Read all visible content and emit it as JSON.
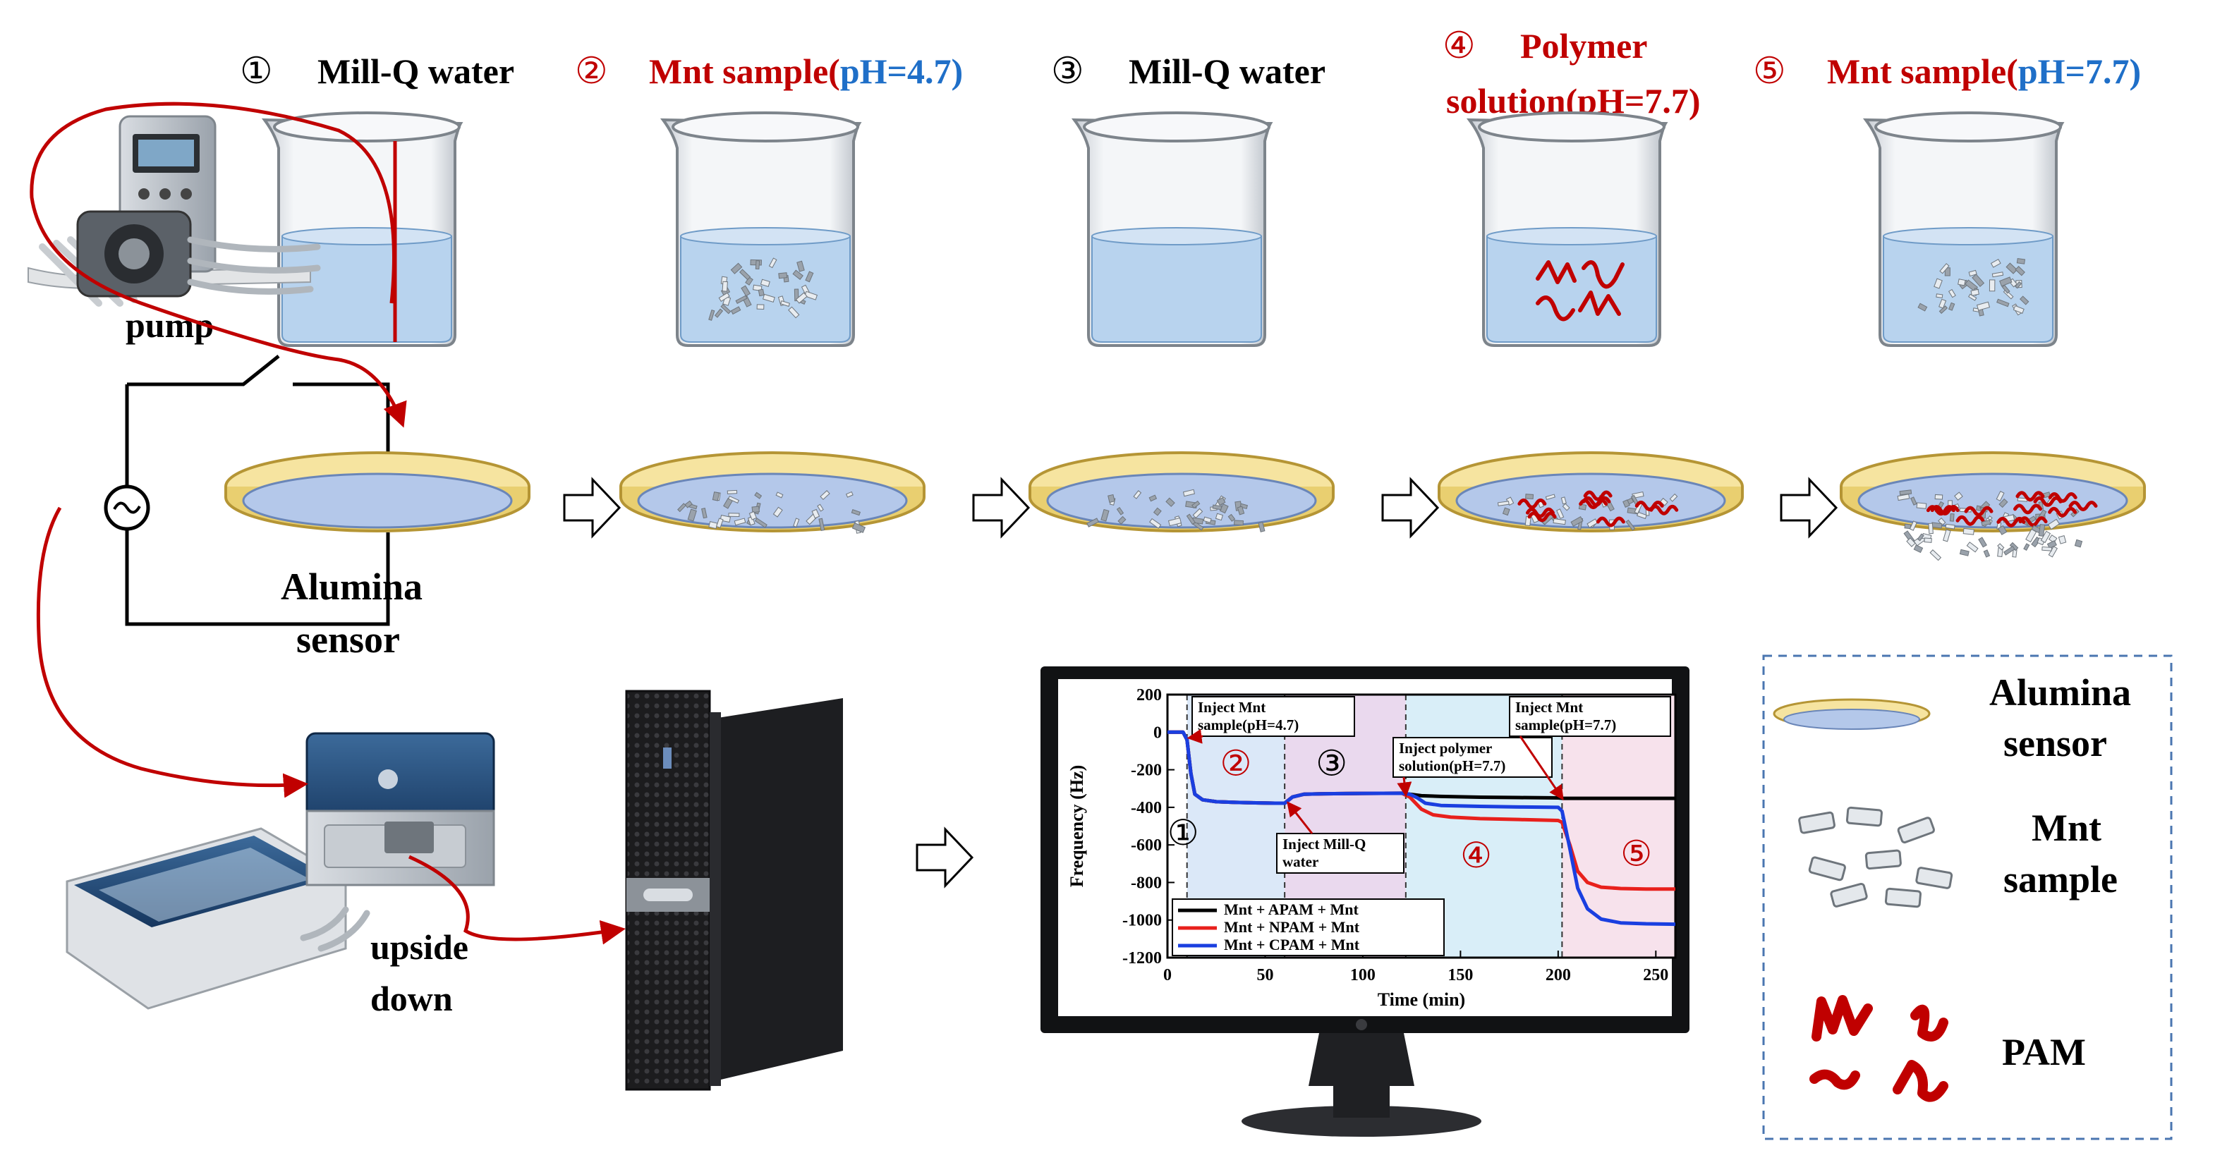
{
  "steps": [
    {
      "number": "①",
      "parts": [
        {
          "text": "Mill-Q water",
          "color": "#000000"
        }
      ]
    },
    {
      "number": "②",
      "parts": [
        {
          "text": "Mnt sample(",
          "color": "#c00000"
        },
        {
          "text": "pH=4.7)",
          "color": "#1f6fc8"
        }
      ]
    },
    {
      "number": "③",
      "parts": [
        {
          "text": "Mill-Q water",
          "color": "#000000"
        }
      ]
    },
    {
      "number": "④",
      "line1": "Polymer",
      "line2": "solution(pH=7.7)",
      "color": "#c00000"
    },
    {
      "number": "⑤",
      "parts": [
        {
          "text": "Mnt sample(",
          "color": "#c00000"
        },
        {
          "text": "pH=7.7)",
          "color": "#1f6fc8"
        }
      ]
    }
  ],
  "labels": {
    "pump": "pump",
    "alumina_line1": "Alumina",
    "alumina_line2": "sensor",
    "upside_line1": "upside",
    "upside_line2": "down"
  },
  "legend_box": {
    "alumina_line1": "Alumina",
    "alumina_line2": "sensor",
    "mnt_line1": "Mnt",
    "mnt_line2": "sample",
    "pam": "PAM"
  },
  "colors": {
    "red": "#c00000",
    "blue": "#1f6fc8",
    "water": "#b8d3ee",
    "sensor_rim": "#f6e4a0",
    "sensor_face": "#b4c8ea"
  },
  "chart_data": {
    "type": "line",
    "xlabel": "Time (min)",
    "ylabel": "Frequency (Hz)",
    "xlim": [
      0,
      260
    ],
    "ylim": [
      -1200,
      200
    ],
    "xticks": [
      0,
      50,
      100,
      150,
      200,
      250
    ],
    "yticks": [
      200,
      0,
      -200,
      -400,
      -600,
      -800,
      -1000,
      -1200
    ],
    "phase_lines": [
      10,
      60,
      122,
      202
    ],
    "annotations": [
      {
        "line1": "Inject Mnt",
        "line2": "sample(pH=4.7)"
      },
      {
        "line1": "Inject Mill-Q",
        "line2": "water"
      },
      {
        "line1": "Inject polymer",
        "line2": "solution(pH=7.7)"
      },
      {
        "line1": "Inject Mnt",
        "line2": "sample(pH=7.7)"
      }
    ],
    "phase_marks": [
      "①",
      "②",
      "③",
      "④",
      "⑤"
    ],
    "series": [
      {
        "name": "Mnt + APAM + Mnt",
        "color": "#000000",
        "x": [
          0,
          8,
          10,
          12,
          14,
          18,
          25,
          35,
          45,
          55,
          60,
          64,
          70,
          80,
          100,
          120,
          124,
          130,
          140,
          160,
          180,
          200,
          202,
          210,
          230,
          260
        ],
        "y": [
          0,
          0,
          -40,
          -220,
          -330,
          -360,
          -370,
          -374,
          -376,
          -378,
          -378,
          -345,
          -330,
          -328,
          -326,
          -325,
          -330,
          -338,
          -342,
          -346,
          -348,
          -350,
          -352,
          -352,
          -352,
          -352
        ]
      },
      {
        "name": "Mnt + NPAM + Mnt",
        "color": "#e8201c",
        "x": [
          0,
          8,
          10,
          12,
          14,
          18,
          25,
          35,
          45,
          55,
          60,
          64,
          70,
          80,
          100,
          120,
          124,
          130,
          136,
          145,
          160,
          180,
          200,
          202,
          206,
          210,
          215,
          222,
          232,
          245,
          260
        ],
        "y": [
          0,
          0,
          -40,
          -220,
          -330,
          -360,
          -370,
          -374,
          -376,
          -378,
          -378,
          -345,
          -330,
          -328,
          -326,
          -325,
          -345,
          -410,
          -440,
          -452,
          -460,
          -465,
          -470,
          -480,
          -600,
          -740,
          -800,
          -825,
          -832,
          -835,
          -835
        ]
      },
      {
        "name": "Mnt + CPAM + Mnt",
        "color": "#1a3fe0",
        "x": [
          0,
          8,
          10,
          12,
          14,
          18,
          25,
          35,
          45,
          55,
          60,
          64,
          70,
          80,
          100,
          120,
          124,
          128,
          132,
          140,
          160,
          180,
          200,
          202,
          206,
          210,
          215,
          222,
          232,
          245,
          260
        ],
        "y": [
          0,
          0,
          -40,
          -220,
          -330,
          -360,
          -370,
          -374,
          -376,
          -378,
          -378,
          -345,
          -330,
          -328,
          -326,
          -325,
          -330,
          -350,
          -378,
          -390,
          -395,
          -398,
          -400,
          -420,
          -620,
          -830,
          -940,
          -995,
          -1015,
          -1020,
          -1022
        ]
      }
    ]
  }
}
